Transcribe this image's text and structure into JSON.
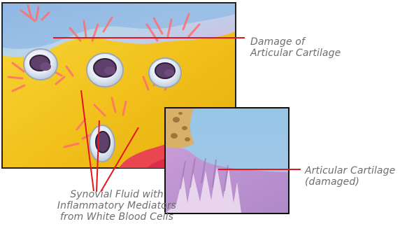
{
  "labels": {
    "damage": {
      "line1": "Damage of",
      "line2": "Articular Cartilage"
    },
    "articular_cartilage": {
      "line1": "Articular Cartilage",
      "line2": "(damaged)"
    },
    "synovial_fluid": {
      "line1": "Synovial Fluid with",
      "line2": "Inflammatory Mediators",
      "line3": "from White Blood Cells"
    }
  },
  "colors": {
    "synovial_fluid": "#f2c71f",
    "cartilage": "#a7c7e6",
    "inflammation": "#f05a7e",
    "callout_line": "#e4161c",
    "label_text": "#6e6e6e"
  },
  "icons": [
    "white-blood-cell-icon",
    "bone-texture-icon",
    "cartilage-damage-icon"
  ]
}
